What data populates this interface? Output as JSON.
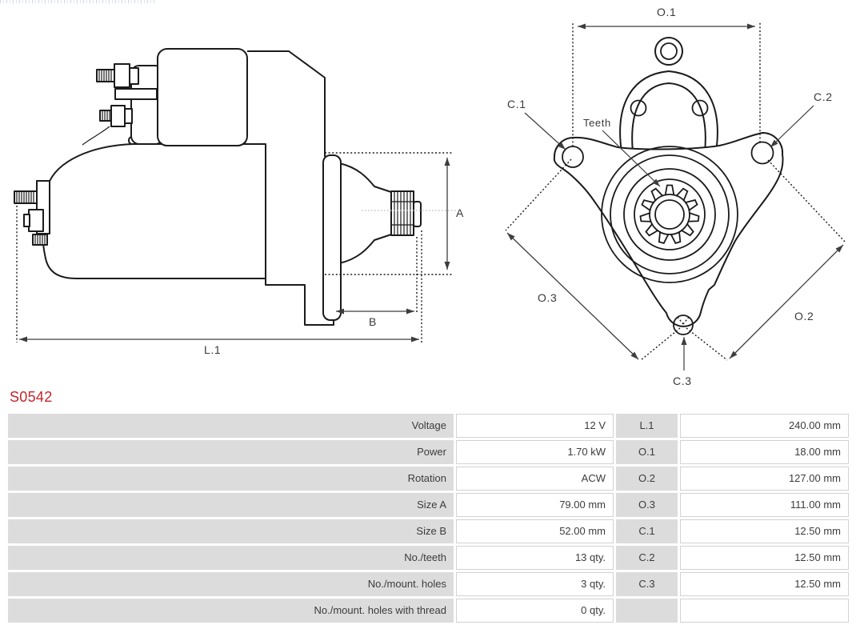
{
  "part_number": "S0542",
  "colors": {
    "part_number_red": "#c3252b",
    "table_cell_gray": "#dcdcdc",
    "line_black": "#1b1b1b",
    "dim_gray": "#3d3d3d"
  },
  "drawing": {
    "side_view": {
      "dim_a": "A",
      "dim_b": "B",
      "dim_l1": "L.1"
    },
    "front_view": {
      "dim_o1": "O.1",
      "dim_o2": "O.2",
      "dim_o3": "O.3",
      "dim_c1": "C.1",
      "dim_c2": "C.2",
      "dim_c3": "C.3",
      "teeth_label": "Teeth"
    }
  },
  "table": {
    "rows": [
      {
        "label": "Voltage",
        "value": "12 V",
        "dim_label": "L.1",
        "dim_value": "240.00 mm"
      },
      {
        "label": "Power",
        "value": "1.70 kW",
        "dim_label": "O.1",
        "dim_value": "18.00 mm"
      },
      {
        "label": "Rotation",
        "value": "ACW",
        "dim_label": "O.2",
        "dim_value": "127.00 mm"
      },
      {
        "label": "Size A",
        "value": "79.00 mm",
        "dim_label": "O.3",
        "dim_value": "111.00 mm"
      },
      {
        "label": "Size B",
        "value": "52.00 mm",
        "dim_label": "C.1",
        "dim_value": "12.50 mm"
      },
      {
        "label": "No./teeth",
        "value": "13 qty.",
        "dim_label": "C.2",
        "dim_value": "12.50 mm"
      },
      {
        "label": "No./mount. holes",
        "value": "3 qty.",
        "dim_label": "C.3",
        "dim_value": "12.50 mm"
      },
      {
        "label": "No./mount. holes with thread",
        "value": "0 qty.",
        "dim_label": "",
        "dim_value": ""
      }
    ]
  }
}
